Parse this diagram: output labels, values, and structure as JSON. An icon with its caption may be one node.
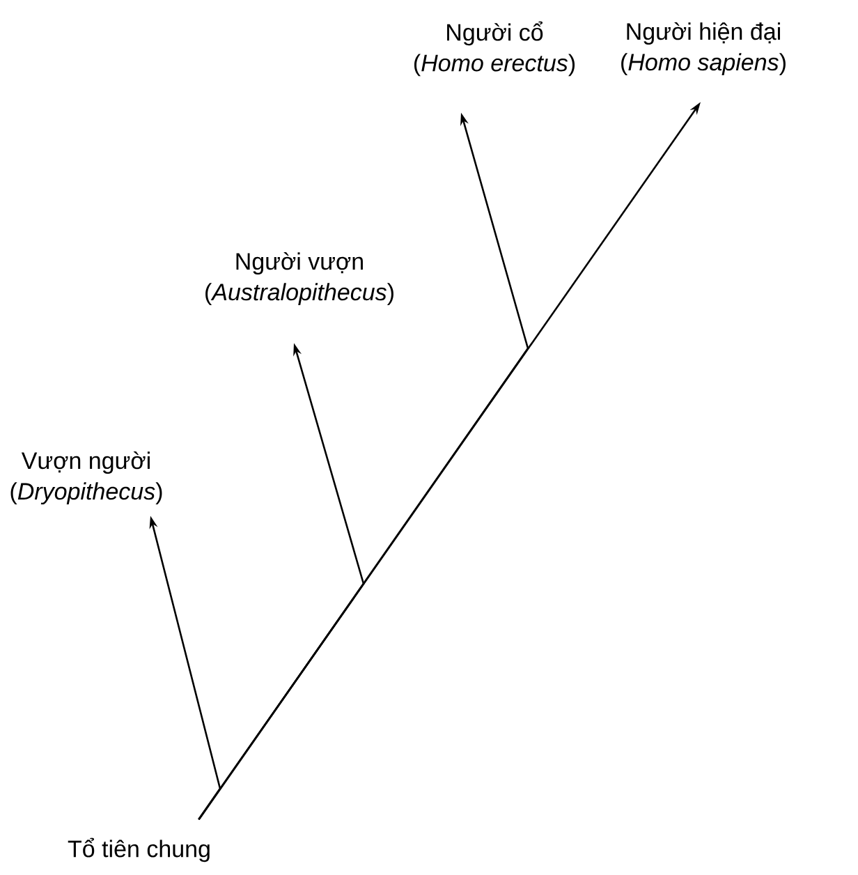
{
  "diagram": {
    "nodes": [
      {
        "text": [
          "Tổ tiên chung"
        ]
      },
      {
        "text": [
          "Vượn người",
          "(*Dryopithecus*)"
        ]
      },
      {
        "text": [
          "Người vượn",
          "(*Australopithecus*)"
        ]
      },
      {
        "text": [
          "Người cổ",
          "(*Homo erectus*)"
        ]
      },
      {
        "text": [
          "Người hiện đại",
          "(*Homo sapiens*)"
        ]
      }
    ],
    "edges": [
      {
        "from": 0,
        "to": 1,
        "arrow": "to"
      },
      {
        "from": 0,
        "to": 2,
        "arrow": "to"
      },
      {
        "from": 0,
        "to": 3,
        "arrow": "to"
      },
      {
        "from": 0,
        "to": 4,
        "arrow": "to"
      }
    ]
  }
}
